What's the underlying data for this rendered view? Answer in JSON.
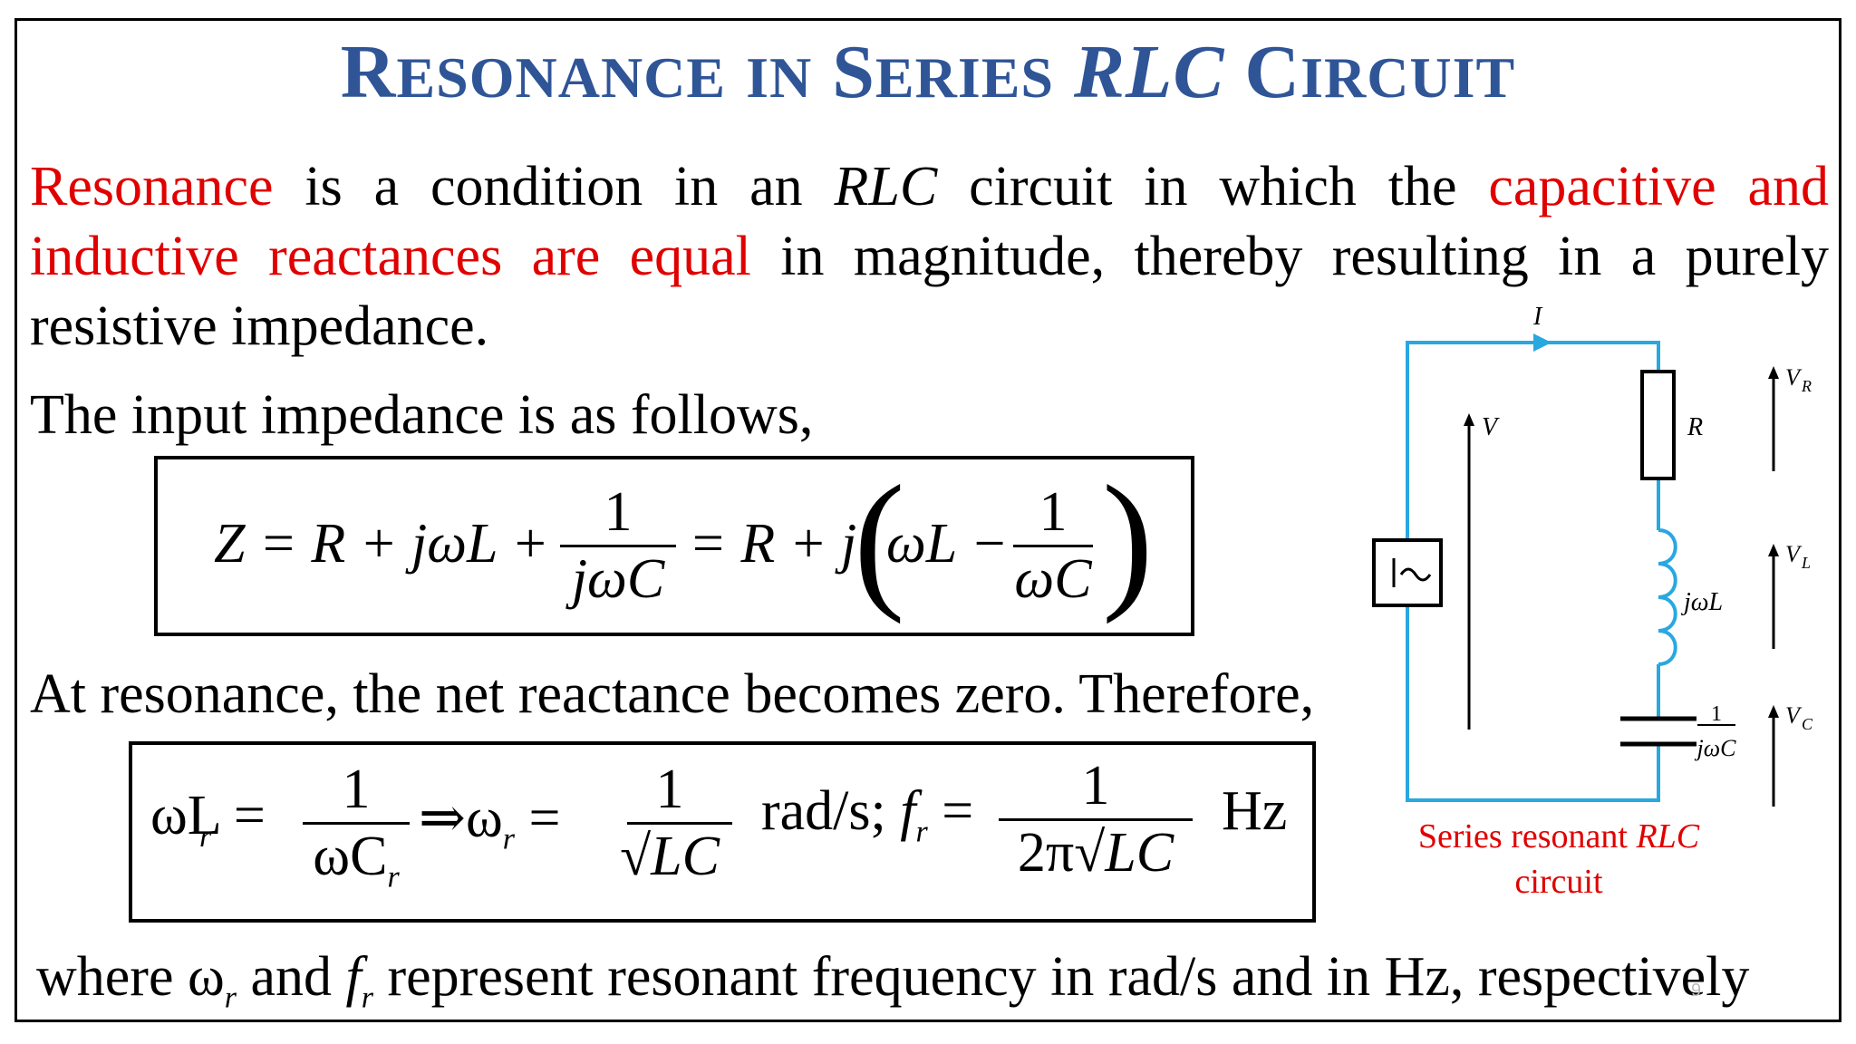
{
  "title": {
    "first_letter": "R",
    "word1_rest": "ESONANCE",
    "word2": "IN",
    "word3_first": "S",
    "word3_rest": "ERIES",
    "rlc": "RLC",
    "word4_first": "C",
    "word4_rest": "IRCUIT"
  },
  "definition": {
    "term": "Resonance",
    "p1": " is a condition in an ",
    "rlc": "RLC",
    "p2": " circuit in which the ",
    "highlight": "capacitive and inductive reactances are equal",
    "p3": " in magnitude, thereby resulting in a purely resistive impedance."
  },
  "impedance_intro": "The input impedance is as follows,",
  "resonance_intro": "At resonance, the net reactance becomes zero. Therefore,",
  "eq1": {
    "lhs": "Z = R + jωL +",
    "frac1_num": "1",
    "frac1_den": "jωC",
    "mid": "= R + j",
    "paren_left": "(",
    "inner": "ωL −",
    "frac2_num": "1",
    "frac2_den": "ωC",
    "paren_right": ")"
  },
  "eq2": {
    "lhs": "ωL =",
    "lhs_sub": "r",
    "f1_num": "1",
    "f1_den": "ωC",
    "f1_den_sub": "r",
    "implies": "⇒ω",
    "implies_sub": "r",
    "eq": "=",
    "f2_num": "1",
    "f2_den": "LC",
    "unit1": "rad/s;",
    "f_sym": "f",
    "f_sub": "r",
    "eq2": "=",
    "f3_num": "1",
    "f3_den_prefix": "2π",
    "f3_den": "LC",
    "unit2": "Hz"
  },
  "footer": {
    "where": "where ω",
    "w_sub": "r",
    "and": " and ",
    "f": "f",
    "f_sub": "r",
    "rest": " represent resonant frequency in rad/s and in Hz, respectively"
  },
  "circuit": {
    "current": "I",
    "source_voltage": "V",
    "resistor": "R",
    "inductor": "jωL",
    "cap_num": "1",
    "cap_den": "jωC",
    "vr": "V",
    "vr_sub": "R",
    "vl": "V",
    "vl_sub": "L",
    "vc": "V",
    "vc_sub": "C",
    "source_symbol": "~"
  },
  "caption": {
    "l1a": "Series resonant ",
    "l1b": "RLC",
    "l2": "circuit"
  },
  "page_number": "9",
  "colors": {
    "title": "#2F5597",
    "highlight": "#E00000",
    "wire": "#29A8E0"
  }
}
